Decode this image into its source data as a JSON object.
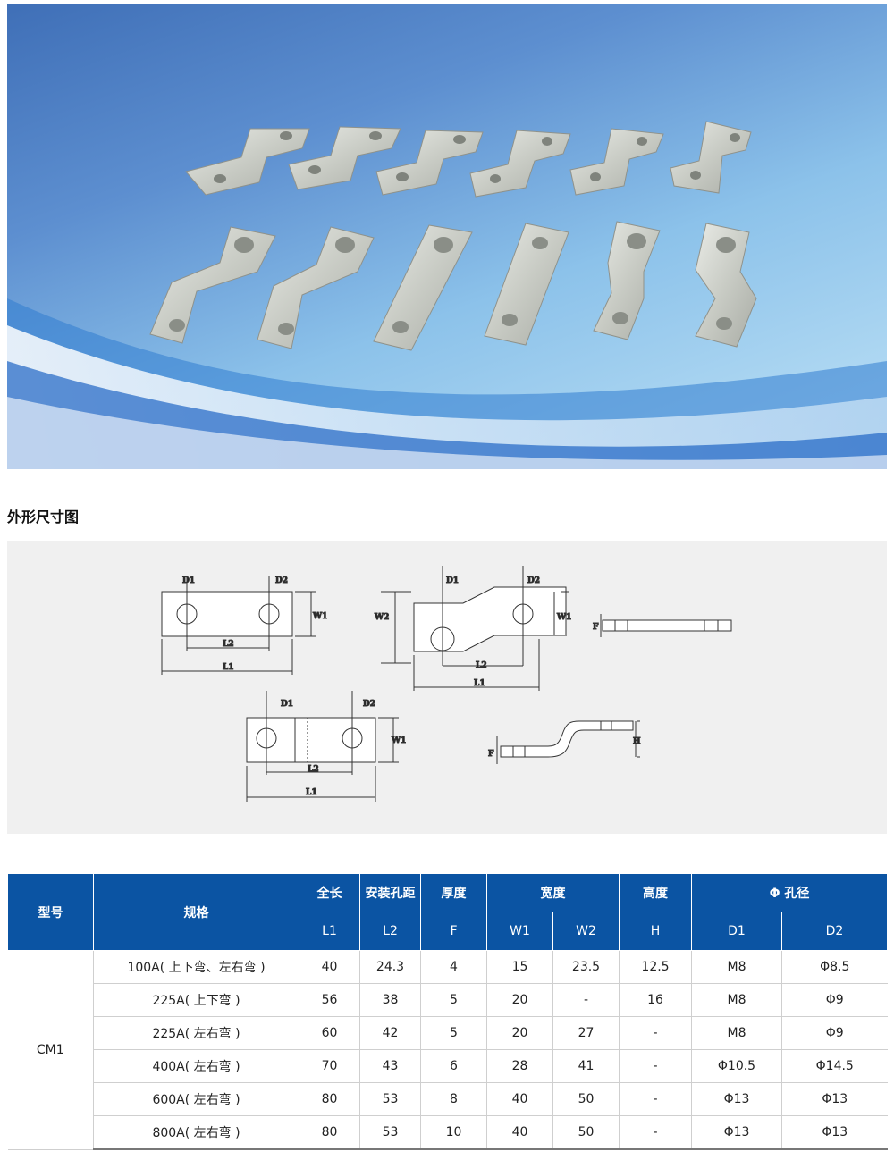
{
  "section_title": "外形尺寸图",
  "drawing_labels": {
    "d1": "D1",
    "d2": "D2",
    "w1": "W1",
    "w2": "W2",
    "l1": "L1",
    "l2": "L2",
    "f": "F",
    "h": "H"
  },
  "table": {
    "groups": {
      "model": "型号",
      "spec": "规格",
      "total_length": "全长",
      "hole_distance": "安装孔距",
      "thickness": "厚度",
      "width": "宽度",
      "height": "高度",
      "hole_diameter": "Φ 孔径"
    },
    "subheaders": [
      "L1",
      "L2",
      "F",
      "W1",
      "W2",
      "H",
      "D1",
      "D2"
    ],
    "model_value": "CM1",
    "rows": [
      {
        "spec": "100A( 上下弯、左右弯 )",
        "l1": "40",
        "l2": "24.3",
        "f": "4",
        "w1": "15",
        "w2": "23.5",
        "h": "12.5",
        "d1": "M8",
        "d2": "Φ8.5"
      },
      {
        "spec": "225A( 上下弯 )",
        "l1": "56",
        "l2": "38",
        "f": "5",
        "w1": "20",
        "w2": "-",
        "h": "16",
        "d1": "M8",
        "d2": "Φ9"
      },
      {
        "spec": "225A( 左右弯 )",
        "l1": "60",
        "l2": "42",
        "f": "5",
        "w1": "20",
        "w2": "27",
        "h": "-",
        "d1": "M8",
        "d2": "Φ9"
      },
      {
        "spec": "400A( 左右弯 )",
        "l1": "70",
        "l2": "43",
        "f": "6",
        "w1": "28",
        "w2": "41",
        "h": "-",
        "d1": "Φ10.5",
        "d2": "Φ14.5"
      },
      {
        "spec": "600A( 左右弯 )",
        "l1": "80",
        "l2": "53",
        "f": "8",
        "w1": "40",
        "w2": "50",
        "h": "-",
        "d1": "Φ13",
        "d2": "Φ13"
      },
      {
        "spec": "800A( 左右弯 )",
        "l1": "80",
        "l2": "53",
        "f": "10",
        "w1": "40",
        "w2": "50",
        "h": "-",
        "d1": "Φ13",
        "d2": "Φ13"
      }
    ]
  }
}
